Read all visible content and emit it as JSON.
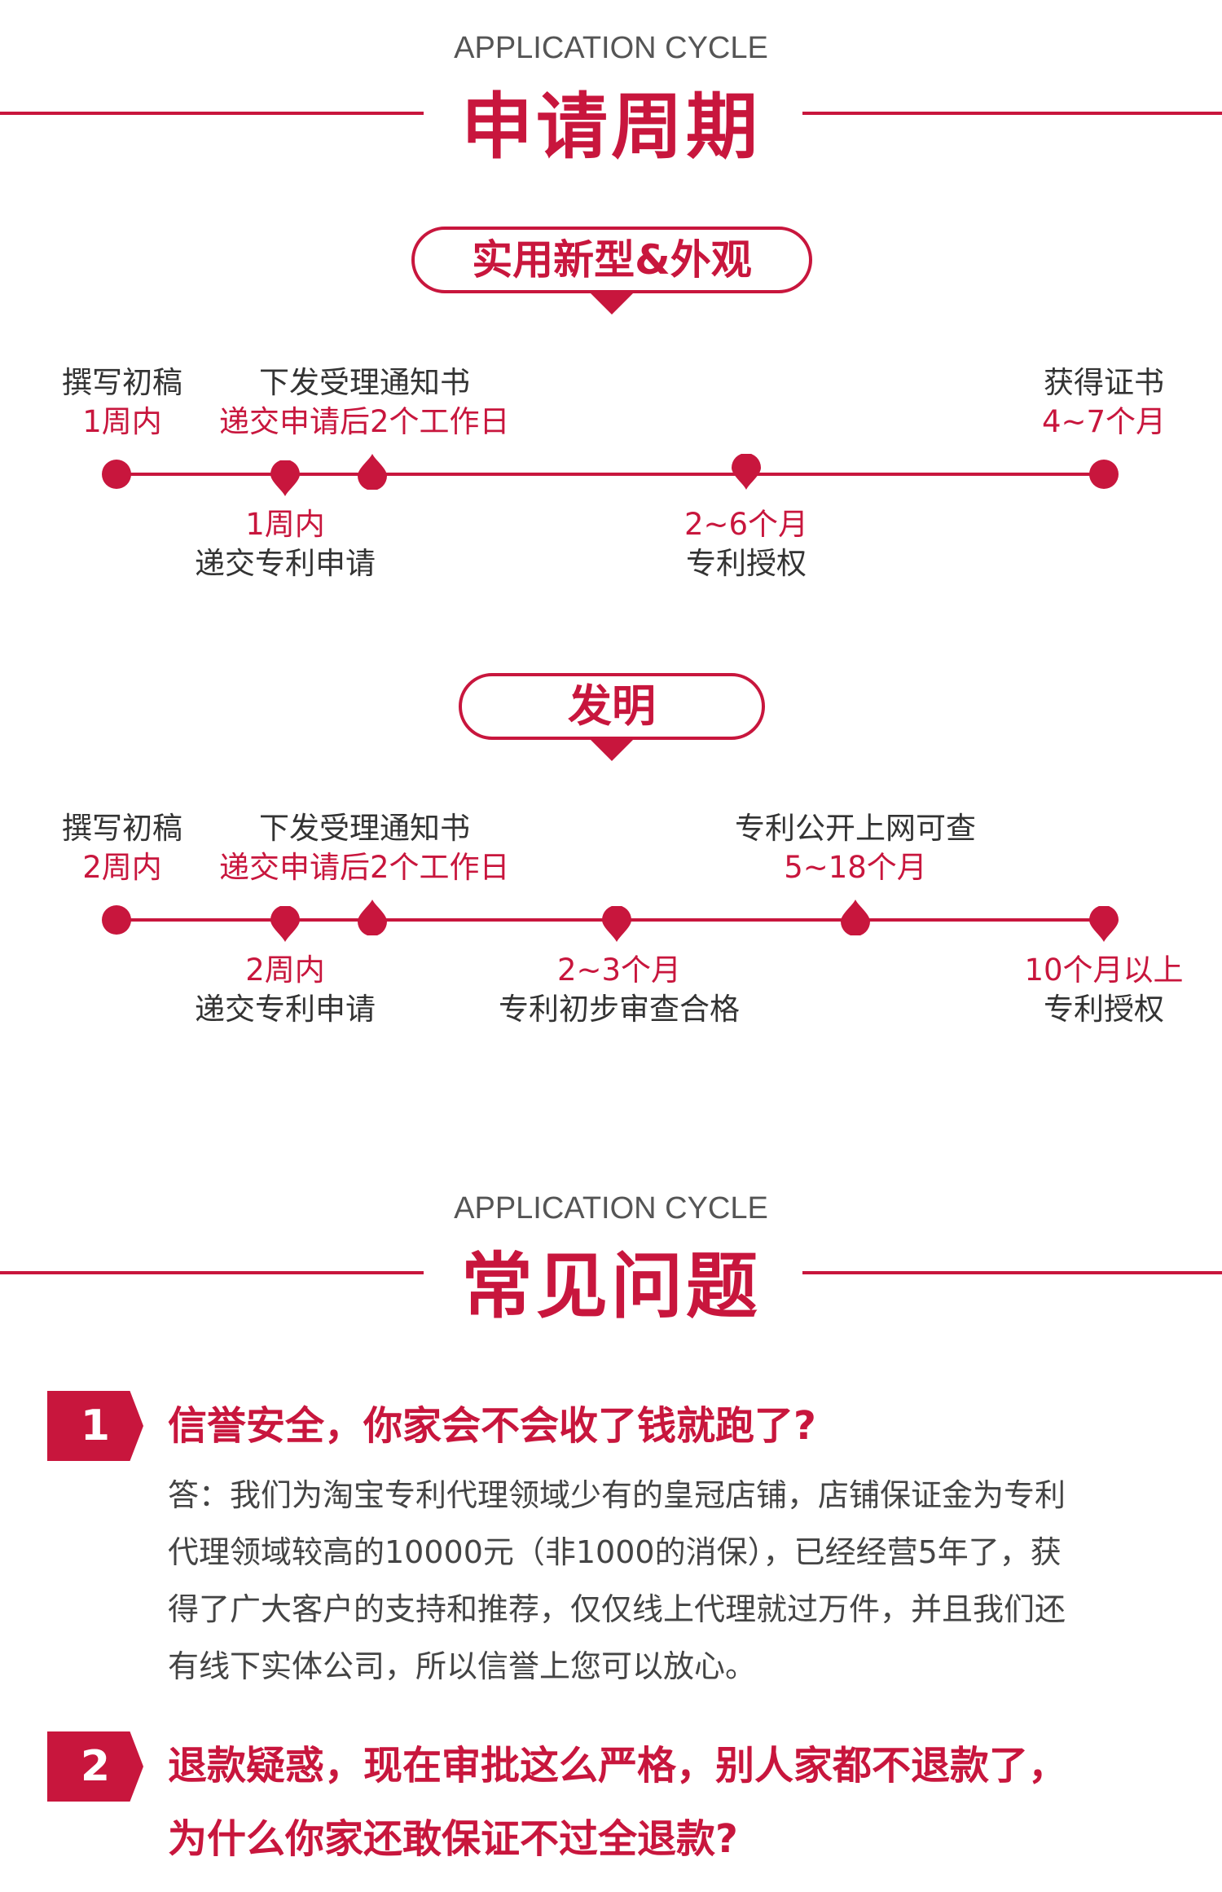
{
  "section1": {
    "subtitle": "APPLICATION CYCLE",
    "title": "申请周期"
  },
  "utility": {
    "pill": "实用新型&外观",
    "top_labels": [
      {
        "dark": "撰写初稿",
        "red": "1周内"
      },
      {
        "dark": "下发受理通知书",
        "red": "递交申请后2个工作日"
      },
      {
        "dark": "获得证书",
        "red": "4~7个月"
      }
    ],
    "bottom_labels": [
      {
        "red": "1周内",
        "dark": "递交专利申请"
      },
      {
        "red": "2~6个月",
        "dark": "专利授权"
      }
    ]
  },
  "invention": {
    "pill": "发明",
    "top_labels": [
      {
        "dark": "撰写初稿",
        "red": "2周内"
      },
      {
        "dark": "下发受理通知书",
        "red": "递交申请后2个工作日"
      },
      {
        "dark": "专利公开上网可查",
        "red": "5~18个月"
      }
    ],
    "bottom_labels": [
      {
        "red": "2周内",
        "dark": "递交专利申请"
      },
      {
        "red": "2~3个月",
        "dark": "专利初步审查合格"
      },
      {
        "red": "10个月以上",
        "dark": "专利授权"
      }
    ]
  },
  "section2": {
    "subtitle": "APPLICATION CYCLE",
    "title": "常见问题"
  },
  "faq": [
    {
      "num": "1",
      "q1": "信誉安全，你家会不会收了钱就跑了?",
      "a": [
        "答：我们为淘宝专利代理领域少有的皇冠店铺，店铺保证金为专利",
        "代理领域较高的10000元（非1000的消保），已经经营5年了，获",
        "得了广大客户的支持和推荐，仅仅线上代理就过万件，并且我们还",
        "有线下实体公司，所以信誉上您可以放心。"
      ]
    },
    {
      "num": "2",
      "q1": "退款疑惑，现在审批这么严格，别人家都不退款了，",
      "q2": "为什么你家还敢保证不过全退款?"
    }
  ],
  "colors": {
    "accent": "#c8163d",
    "text": "#333333"
  }
}
